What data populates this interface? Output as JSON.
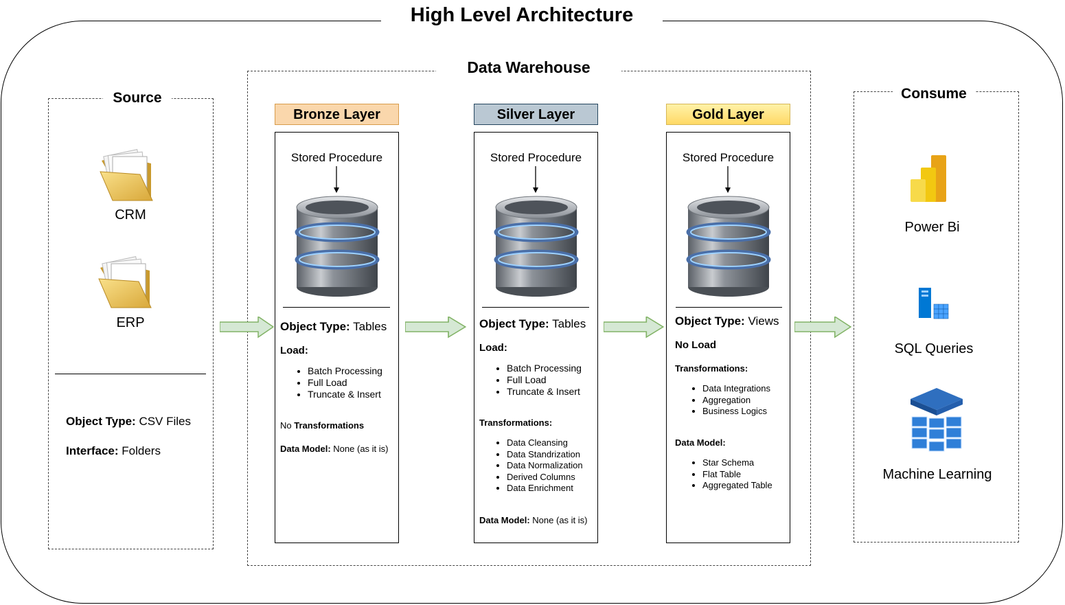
{
  "title": "High Level Architecture",
  "source": {
    "title": "Source",
    "items": [
      {
        "icon": "folder-icon",
        "label": "CRM"
      },
      {
        "icon": "folder-icon",
        "label": "ERP"
      }
    ],
    "object_type_label": "Object Type:",
    "object_type_value": "CSV Files",
    "interface_label": "Interface:",
    "interface_value": "Folders"
  },
  "warehouse": {
    "title": "Data Warehouse",
    "layers": [
      {
        "name": "Bronze Layer",
        "color": "#fad7ac",
        "stored_procedure": "Stored Procedure",
        "object_type_label": "Object Type:",
        "object_type_value": "Tables",
        "load_label": "Load:",
        "load_items": [
          "Batch Processing",
          "Full Load",
          "Truncate & Insert"
        ],
        "no_word": "No",
        "transformations_label": "Transformations",
        "data_model_label": "Data Model:",
        "data_model_value": "None (as it is)"
      },
      {
        "name": "Silver Layer",
        "color": "#bac8d3",
        "stored_procedure": "Stored Procedure",
        "object_type_label": "Object Type:",
        "object_type_value": "Tables",
        "load_label": "Load:",
        "load_items": [
          "Batch Processing",
          "Full Load",
          "Truncate & Insert"
        ],
        "transformations_label": "Transformations:",
        "transformations_items": [
          "Data Cleansing",
          "Data Standrization",
          "Data Normalization",
          "Derived Columns",
          "Data Enrichment"
        ],
        "data_model_label": "Data Model:",
        "data_model_value": "None (as it is)"
      },
      {
        "name": "Gold Layer",
        "color": "#fff2a8",
        "stored_procedure": "Stored Procedure",
        "object_type_label": "Object Type:",
        "object_type_value": "Views",
        "load_label": "No Load",
        "transformations_label": "Transformations:",
        "transformations_items": [
          "Data Integrations",
          "Aggregation",
          "Business Logics"
        ],
        "data_model_label": "Data Model:",
        "data_model_items": [
          "Star Schema",
          "Flat Table",
          "Aggregated Table"
        ]
      }
    ]
  },
  "consume": {
    "title": "Consume",
    "items": [
      {
        "icon": "power-bi-icon",
        "label": "Power Bi"
      },
      {
        "icon": "sql-server-icon",
        "label": "SQL Queries"
      },
      {
        "icon": "machine-learning-icon",
        "label": "Machine Learning"
      }
    ]
  },
  "colors": {
    "arrow_fill": "#d5e8d4",
    "arrow_stroke": "#82b366"
  }
}
